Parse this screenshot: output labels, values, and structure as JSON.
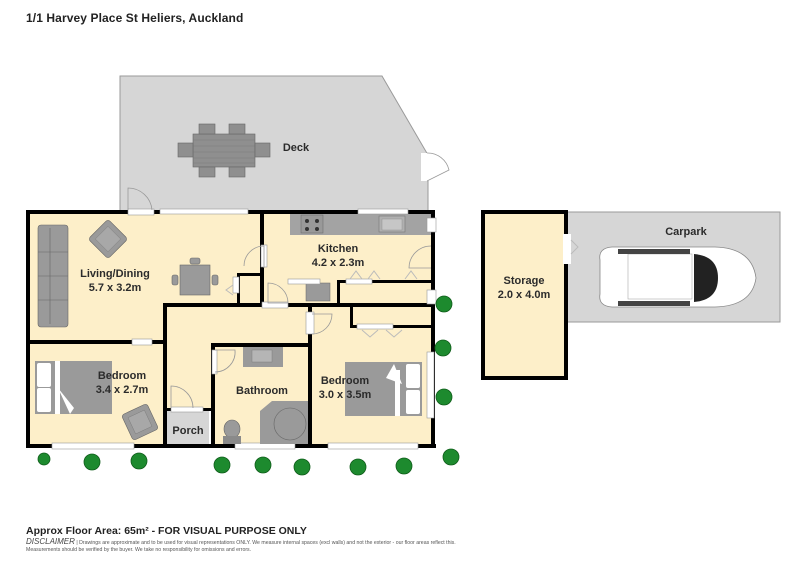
{
  "header": {
    "address": "1/1 Harvey Place St Heliers, Auckland"
  },
  "rooms": [
    {
      "id": "deck",
      "name": "Deck",
      "dimensions": ""
    },
    {
      "id": "living",
      "name": "Living/Dining",
      "dimensions": "5.7 x 3.2m"
    },
    {
      "id": "kitchen",
      "name": "Kitchen",
      "dimensions": "4.2 x 2.3m"
    },
    {
      "id": "bedroom1",
      "name": "Bedroom",
      "dimensions": "3.4 x 2.7m"
    },
    {
      "id": "porch",
      "name": "Porch",
      "dimensions": ""
    },
    {
      "id": "bathroom",
      "name": "Bathroom",
      "dimensions": ""
    },
    {
      "id": "bedroom2",
      "name": "Bedroom",
      "dimensions": "3.0 x 3.5m"
    },
    {
      "id": "storage",
      "name": "Storage",
      "dimensions": "2.0 x 4.0m"
    },
    {
      "id": "carpark",
      "name": "Carpark",
      "dimensions": ""
    }
  ],
  "colors": {
    "room_fill": "#fdefc9",
    "outdoor_fill": "#d6d6d6",
    "wall": "#000000",
    "furniture": "#9a9a9a",
    "shrub": "#1d8a2e"
  },
  "footer": {
    "floor_area": "Approx Floor Area: 65m² - FOR VISUAL PURPOSE ONLY",
    "disclaimer_title": "DISCLAIMER",
    "disclaimer_text": " | Drawings are approximate and to be used for visual representations ONLY. We measure internal spaces (excl walls) and not the exterior - our floor areas reflect this. Measurements should be verified by the buyer. We take no responsibility for omissions and errors."
  }
}
